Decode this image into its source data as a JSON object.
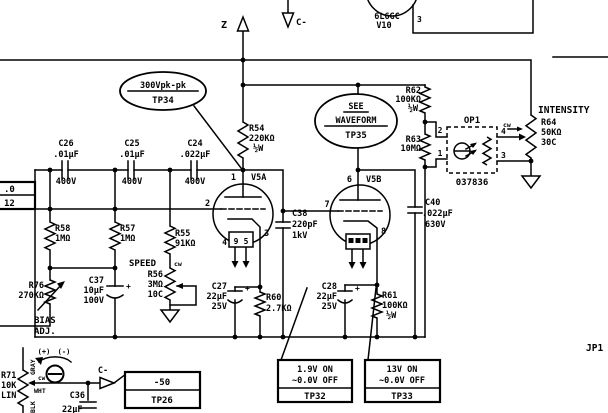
{
  "connectors": {
    "z_axis": "Z",
    "c_minus_top": "C-",
    "c_minus_bottom": "C-",
    "jp1": "JP1"
  },
  "tubes": {
    "v10": {
      "type": "6L6GC",
      "ref": "V10",
      "pin3": "3"
    },
    "v5a": {
      "ref": "V5A",
      "pin1": "1",
      "pin2": "2",
      "pin3": "3",
      "pin4": "4",
      "pin9": "9",
      "pin5": "5"
    },
    "v5b": {
      "ref": "V5B",
      "pin6": "6",
      "pin7": "7",
      "pin8": "8"
    }
  },
  "testpoints": {
    "tp34": {
      "value": "300Vpk-pk",
      "label": "TP34"
    },
    "tp35": {
      "l1": "SEE",
      "l2": "WAVEFORM",
      "label": "TP35"
    },
    "tp32": {
      "on": "1.9V ON",
      "off": "~0.0V OFF",
      "label": "TP32"
    },
    "tp33": {
      "on": "13V ON",
      "off": "~0.0V OFF",
      "label": "TP33"
    },
    "tp26": {
      "value": "-50",
      "label": "TP26"
    }
  },
  "resistors": {
    "r54": {
      "ref": "R54",
      "value": "220KΩ",
      "power": "½W"
    },
    "r55": {
      "ref": "R55",
      "value": "91KΩ"
    },
    "r56": {
      "ref": "R56",
      "value": "3MΩ",
      "sel": "10C",
      "func": "SPEED",
      "cw": "cw"
    },
    "r57": {
      "ref": "R57",
      "value": "1MΩ"
    },
    "r58": {
      "ref": "R58",
      "value": "1MΩ"
    },
    "r60": {
      "ref": "R60",
      "value": "2.7KΩ"
    },
    "r61": {
      "ref": "R61",
      "value": "100KΩ",
      "power": "½W"
    },
    "r62": {
      "ref": "R62",
      "value": "100KΩ",
      "power": "½W"
    },
    "r63": {
      "ref": "R63",
      "value": "10MΩ"
    },
    "r64": {
      "ref": "R64",
      "value": "50KΩ",
      "sel": "30C",
      "func": "INTENSITY",
      "cw": "cw"
    },
    "r71": {
      "ref": "R71",
      "value": "10K",
      "taper": "LIN",
      "cw": "cw"
    },
    "r76": {
      "ref": "R76",
      "value": "270KΩ"
    }
  },
  "capacitors": {
    "c24": {
      "ref": "C24",
      "value": ".022μF",
      "voltage": "400V"
    },
    "c25": {
      "ref": "C25",
      "value": ".01μF",
      "voltage": "400V"
    },
    "c26": {
      "ref": "C26",
      "value": ".01μF",
      "voltage": "400V"
    },
    "c27": {
      "ref": "C27",
      "value": "22μF",
      "voltage": "25V",
      "plus": "+"
    },
    "c28": {
      "ref": "C28",
      "value": "22μF",
      "voltage": "25V",
      "plus": "+"
    },
    "c36": {
      "ref": "C36",
      "value": "22μF"
    },
    "c37": {
      "ref": "C37",
      "value": "10μF",
      "voltage": "100V",
      "plus": "+"
    },
    "c38": {
      "ref": "C38",
      "value": "220pF",
      "voltage": "1kV"
    },
    "c40": {
      "ref": "C40",
      "value": ".022μF",
      "voltage": "630V"
    }
  },
  "optocoupler": {
    "ref": "OP1",
    "part": "037836",
    "pin1": "1",
    "pin2": "2",
    "pin3": "3",
    "pin4": "4"
  },
  "switch_table": {
    "row1": ".0",
    "row2": "12"
  },
  "bias": {
    "l1": "BIAS",
    "l2": "ADJ.",
    "plus": "(+)",
    "minus": "(-)"
  },
  "wire_colors": {
    "gray": "GRAY",
    "white": "WHT",
    "black": "BLK"
  }
}
